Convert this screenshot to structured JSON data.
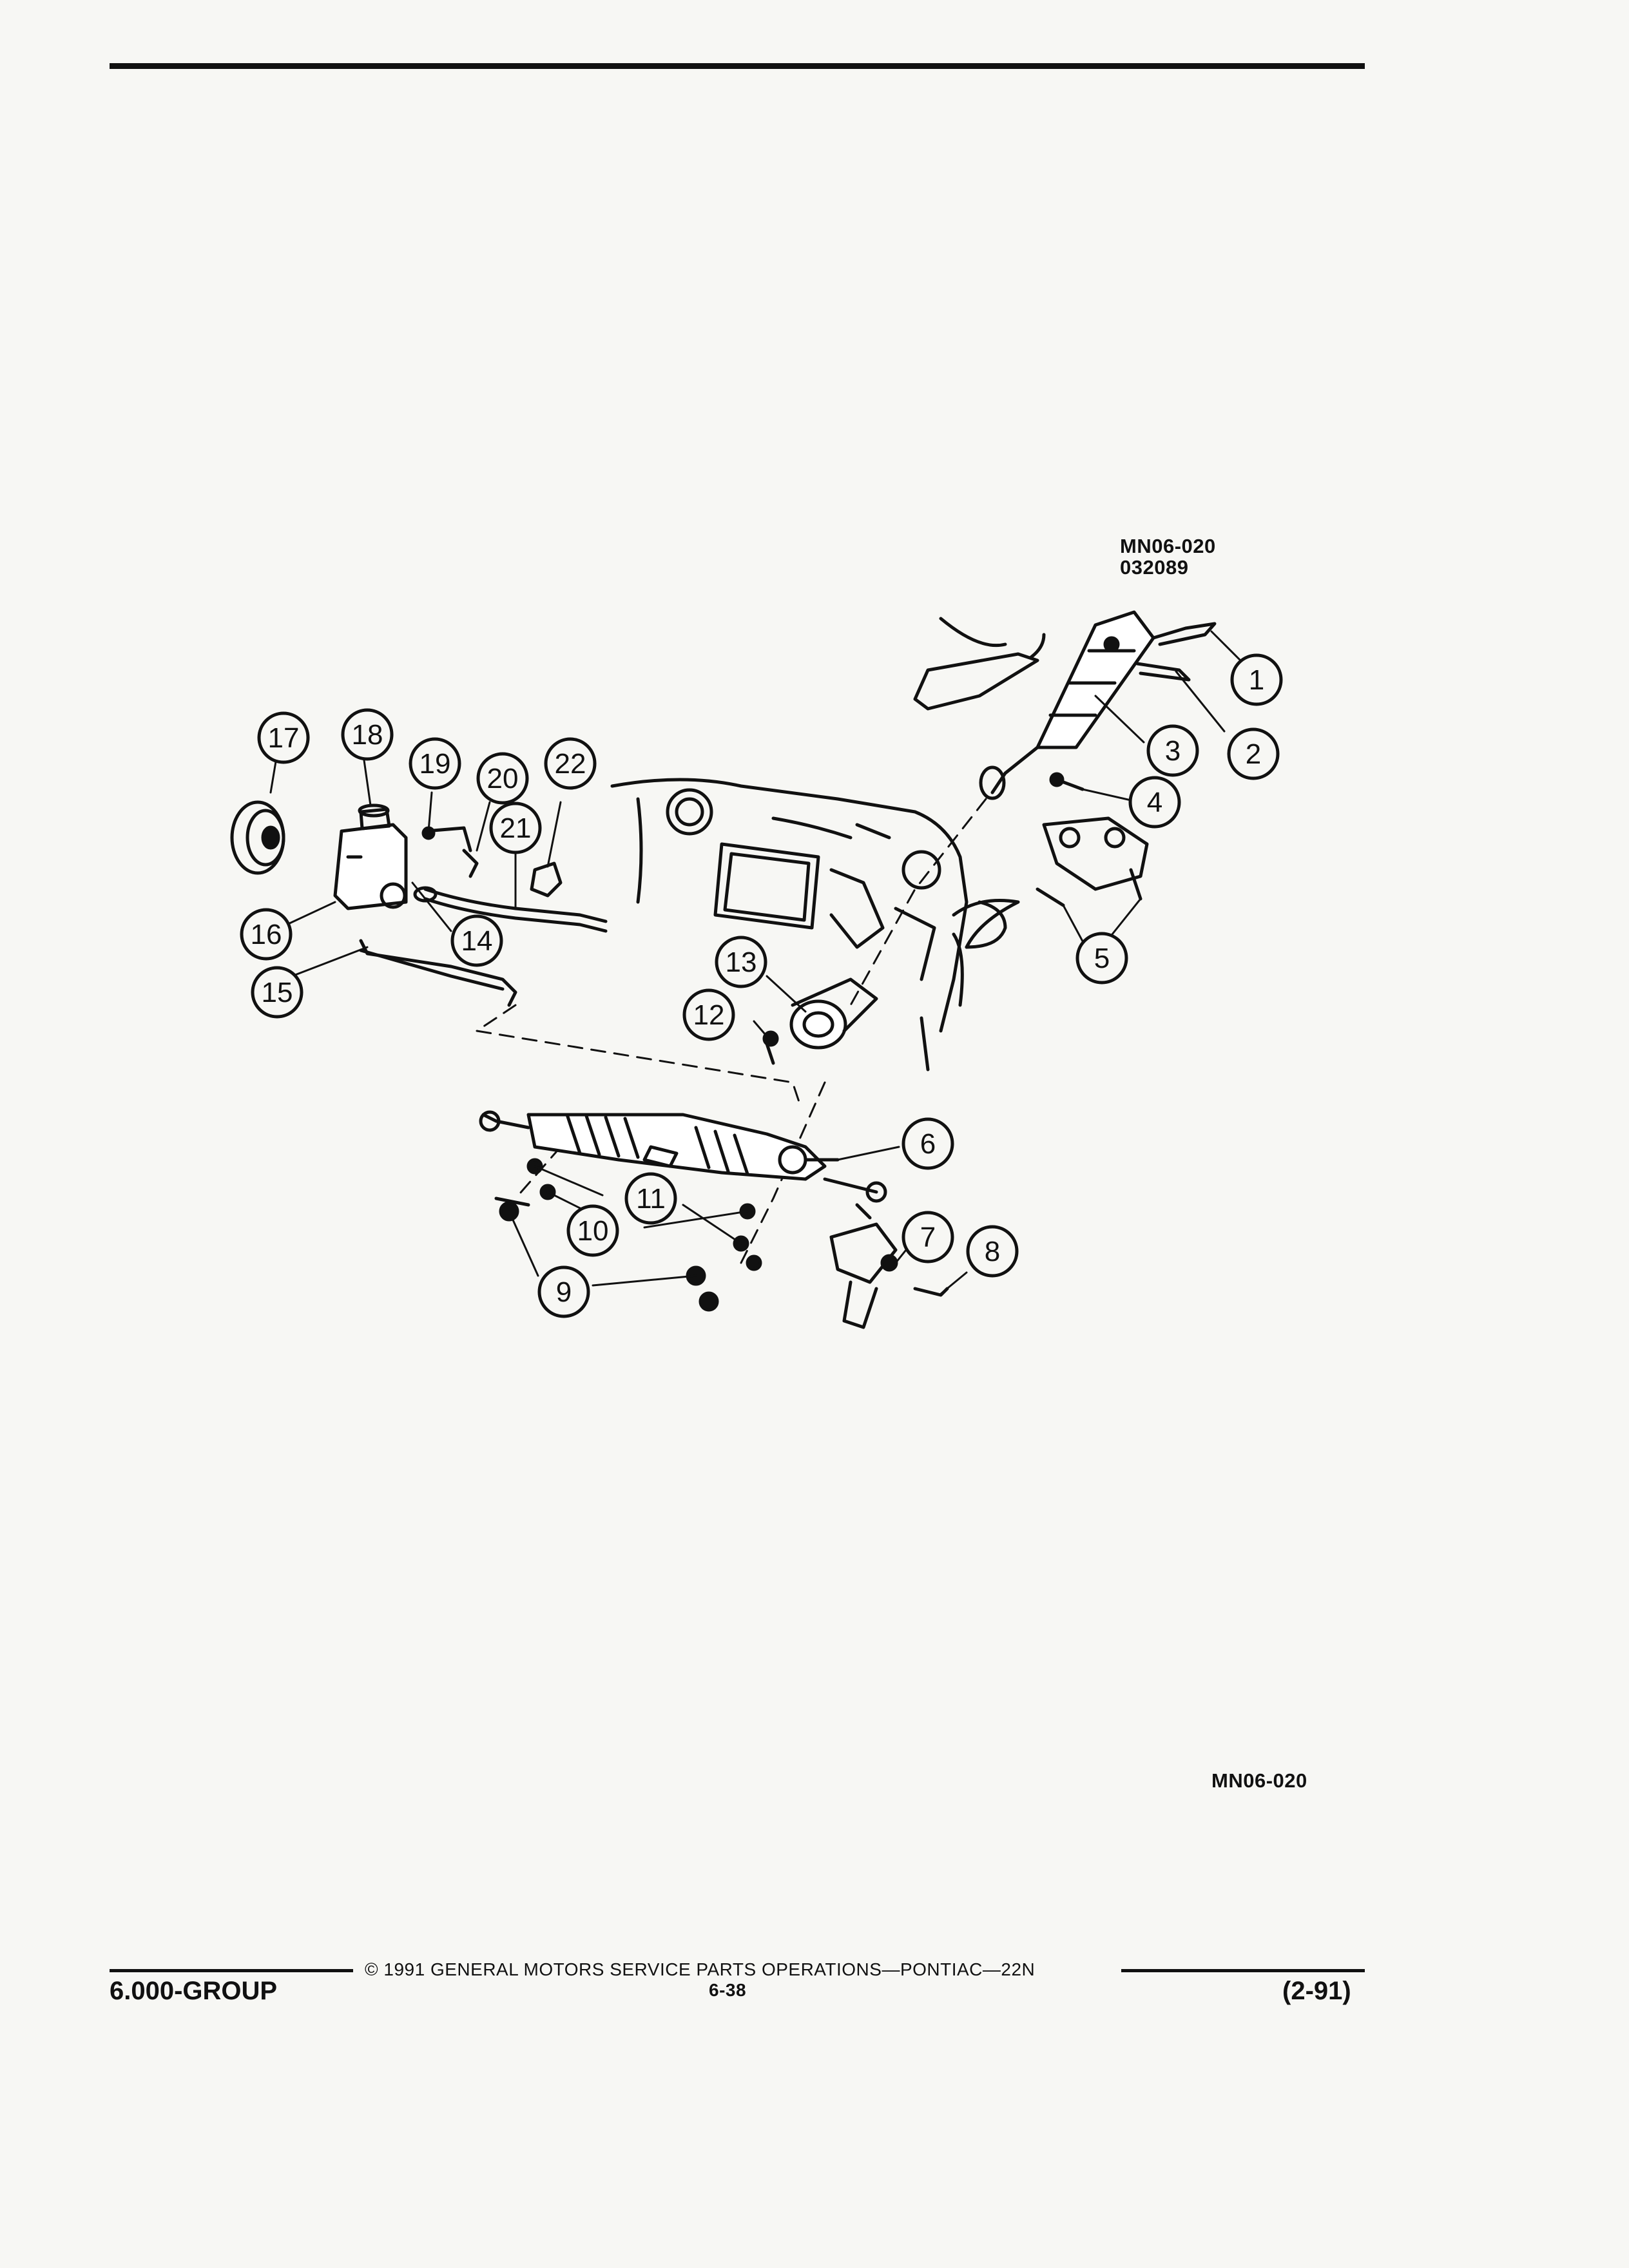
{
  "figure": {
    "code_top_line1": "MN06-020",
    "code_top_line2": "032089",
    "code_bottom": "MN06-020",
    "callouts": [
      "1",
      "2",
      "3",
      "4",
      "5",
      "6",
      "7",
      "8",
      "9",
      "10",
      "11",
      "12",
      "13",
      "14",
      "15",
      "16",
      "17",
      "18",
      "19",
      "20",
      "21",
      "22"
    ]
  },
  "footer": {
    "group": "6.000-GROUP",
    "copyright": "© 1991  GENERAL MOTORS SERVICE PARTS OPERATIONS—PONTIAC—22N",
    "page_number": "6-38",
    "revision": "(2-91)"
  }
}
